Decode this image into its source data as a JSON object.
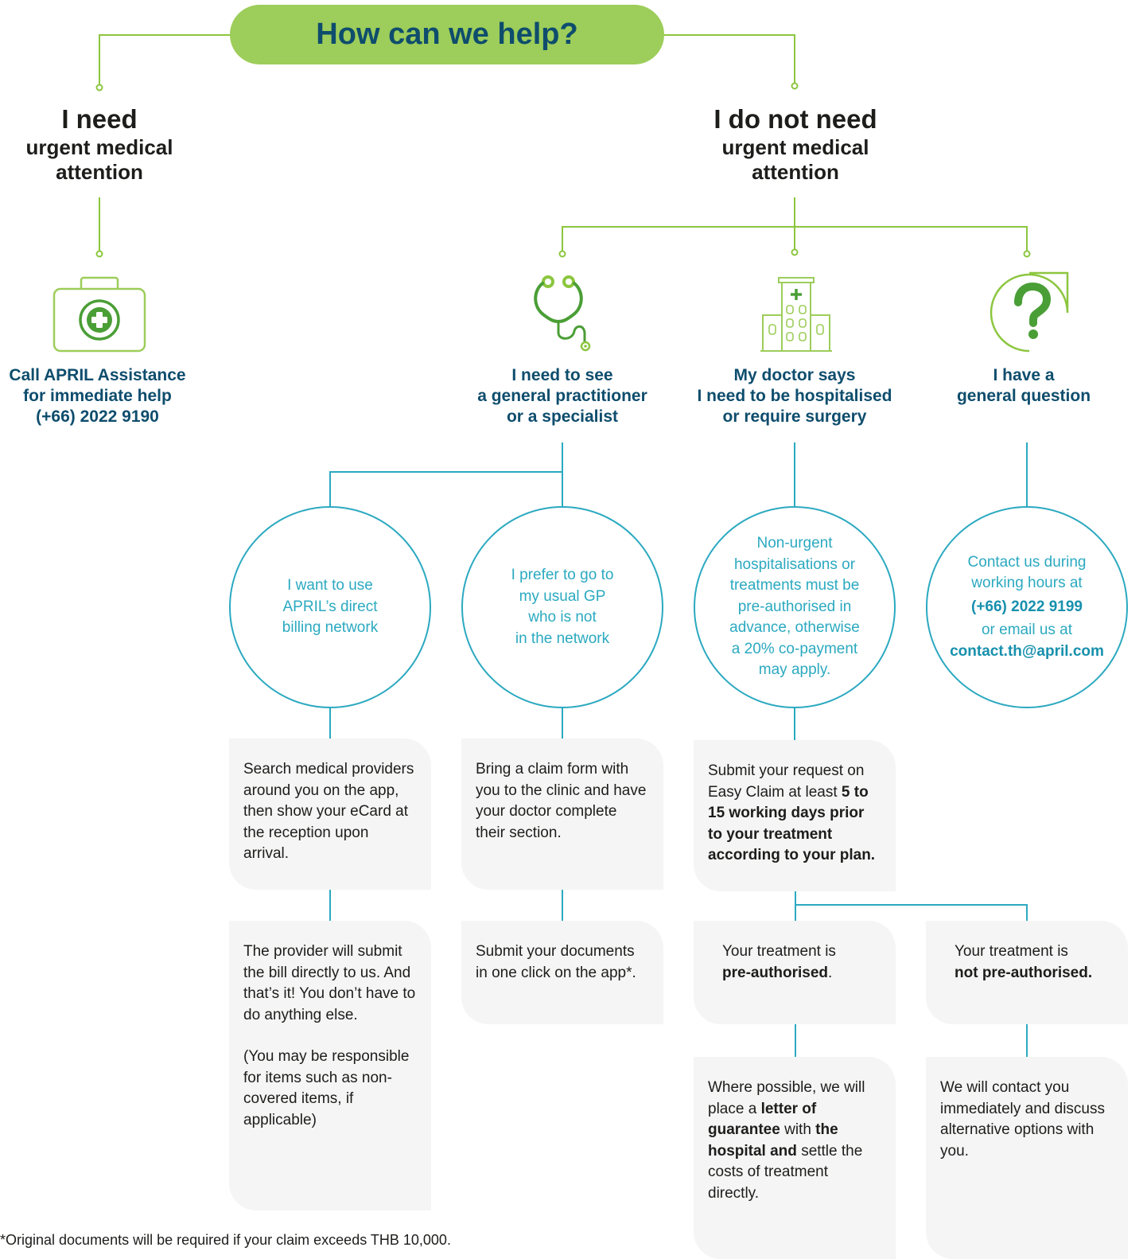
{
  "title": "How can we help?",
  "left_branch": {
    "line1": "I need",
    "line2": "urgent medical",
    "line3": "attention",
    "icon": "first-aid-kit-icon",
    "action": [
      "Call APRIL Assistance",
      "for immediate help",
      "(+66) 2022 9190"
    ]
  },
  "right_branch": {
    "line1": "I do not need",
    "line2": "urgent medical",
    "line3": "attention",
    "options": [
      {
        "icon": "stethoscope-icon",
        "label": [
          "I need to see",
          "a general practitioner",
          "or a specialist"
        ]
      },
      {
        "icon": "hospital-icon",
        "label": [
          "My doctor says",
          "I need to be hospitalised",
          "or require surgery"
        ]
      },
      {
        "icon": "question-mark-icon",
        "label": [
          "I have a",
          "general question"
        ]
      }
    ]
  },
  "circles": {
    "direct_billing": [
      "I want to use",
      "APRIL’s direct",
      "billing network"
    ],
    "usual_gp": [
      "I prefer to go to",
      "my usual GP",
      "who is not",
      "in the network"
    ],
    "pre_auth": [
      "Non-urgent",
      "hospitalisations or",
      "treatments must be",
      "pre-authorised in",
      "advance, otherwise",
      "a 20% co-payment",
      "may apply."
    ],
    "contact": {
      "line1": "Contact us during",
      "line2": "working hours at",
      "phone": "(+66) 2022 9199",
      "line3": "or email us at",
      "email": "contact.th@april.com"
    }
  },
  "cards": {
    "search_providers": "Search medical providers around you on the app, then show your eCard at the reception upon arrival.",
    "claim_form": "Bring a claim form with you to the clinic and have your doctor complete their section.",
    "easy_claim": {
      "text": "Submit your request on Easy Claim at least",
      "bold": "5 to 15 working days prior to your treatment according to your plan."
    },
    "provider_submits": {
      "p1": "The provider will submit the bill directly to us. And that’s it! You don’t have to do anything else.",
      "p2": "(You may be responsible for items such as non- covered items, if applicable)"
    },
    "submit_documents": "Submit your documents in one click on the app*.",
    "pre_authorised": {
      "text": "Your treatment is",
      "bold": "pre-authorised",
      "end": "."
    },
    "not_pre_authorised": {
      "text": "Your treatment is",
      "bold": "not pre-authorised."
    },
    "letter_of_guarantee": {
      "t1": "Where possible, we will place a",
      "b1": "letter of guarantee",
      "t2": "with",
      "b2": "the hospital and",
      "t3": "settle the costs of treatment directly."
    },
    "contact_you": "We will contact you immediately and discuss alternative options with you."
  },
  "footnote": "*Original documents will be required if your claim exceeds THB 10,000.",
  "colors": {
    "green": "#9dcd5a",
    "green_line": "#8cc63f",
    "icon_green": "#4a9e36",
    "navy": "#0e4d6d",
    "teal": "#2ba9c0",
    "card_bg": "#f5f5f5"
  }
}
